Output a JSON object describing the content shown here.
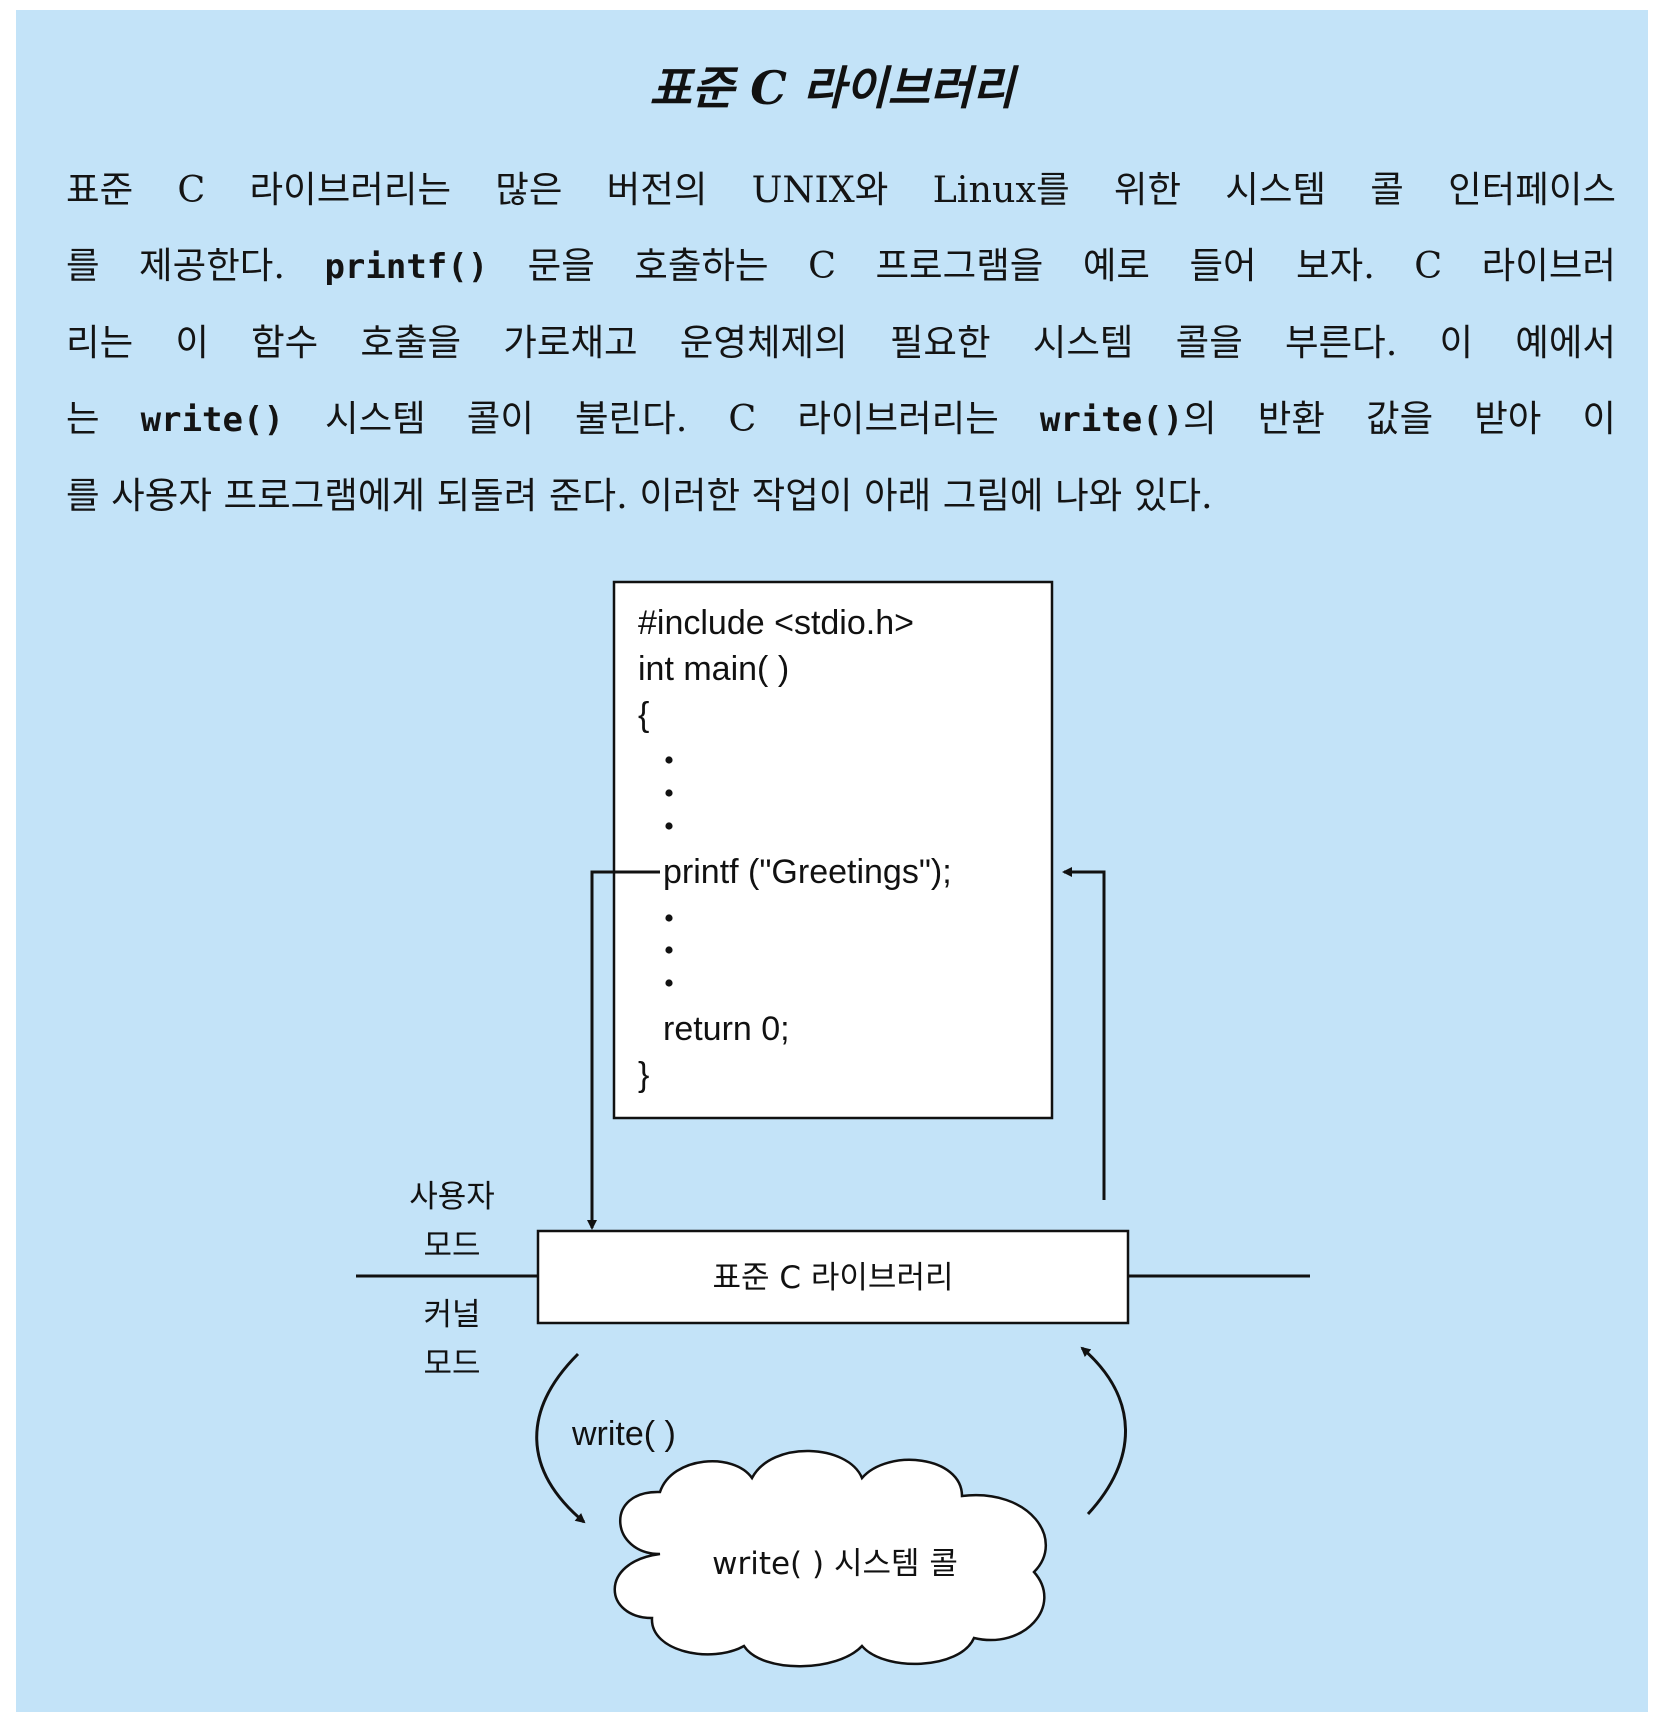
{
  "box": {
    "title": "표준 C 라이브러리",
    "body": {
      "l1": "표준 C 라이브러리는 많은 버전의 UNIX와 Linux를 위한 시스템 콜 인터페이스",
      "l2a": "를 제공한다. ",
      "l2code": "printf()",
      "l2b": " 문을 호출하는 C 프로그램을 예로 들어 보자. C 라이브러",
      "l3": "리는 이 함수 호출을 가로채고 운영체제의 필요한 시스템 콜을 부른다. 이 예에서",
      "l4a": "는 ",
      "l4code1": "write()",
      "l4b": " 시스템 콜이 불린다. C 라이브러리는 ",
      "l4code2": "write()",
      "l4c": "의 반환 값을 받아 이",
      "l5": "를 사용자 프로그램에게 되돌려 준다. 이러한 작업이 아래 그림에 나와 있다."
    }
  },
  "diagram": {
    "code_lines": {
      "include": "#include <stdio.h>",
      "main": "int main( )",
      "open_brace": "{",
      "printf": "printf (\"Greetings\");",
      "return": "return 0;",
      "close_brace": "}"
    },
    "mode_labels": {
      "user_line1": "사용자",
      "user_line2": "모드",
      "kernel_line1": "커널",
      "kernel_line2": "모드"
    },
    "library_label": "표준 C 라이브러리",
    "write_call_label": "write( )",
    "syscall_label": "write( ) 시스템 콜"
  },
  "colors": {
    "panel_background": "#c3e3f8",
    "box_fill": "#ffffff",
    "stroke": "#111111"
  }
}
